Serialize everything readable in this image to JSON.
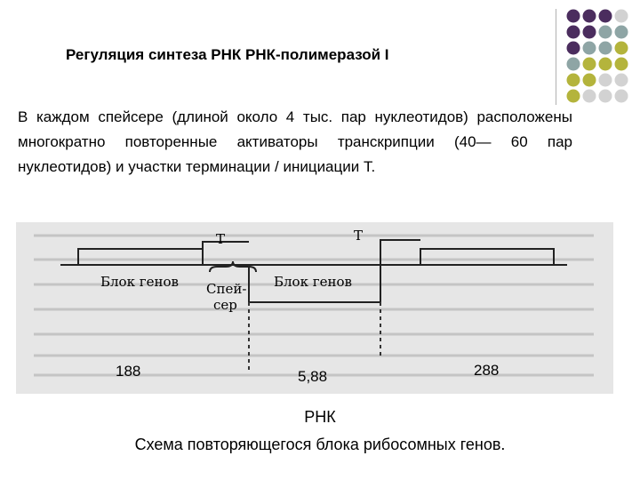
{
  "slide": {
    "title": "Регуляция синтеза РНК РНК-полимеразой I",
    "paragraph": "В каждом спейсере (длиной около 4 тыс. пар нуклеотидов) расположены многократно повторенные активаторы транскрипции (40— 60 пар нуклеотидов) и участки терминации / инициации Т."
  },
  "figure": {
    "label_t1": "Т",
    "label_t2": "Т",
    "block_left": "Блок генов",
    "spacer_line1": "Спей-",
    "spacer_line2": "сер",
    "block_right": "Блок генов",
    "num_left": "188",
    "num_mid": "5,88",
    "num_right": "288"
  },
  "footer": {
    "rnk": "РНК",
    "caption": "Схема повторяющегося блока рибосомных генов."
  },
  "colors": {
    "purple": "#4b2d5e",
    "teal": "#8ea5a5",
    "olive": "#b4b43c",
    "light": "#d2d2d2"
  }
}
